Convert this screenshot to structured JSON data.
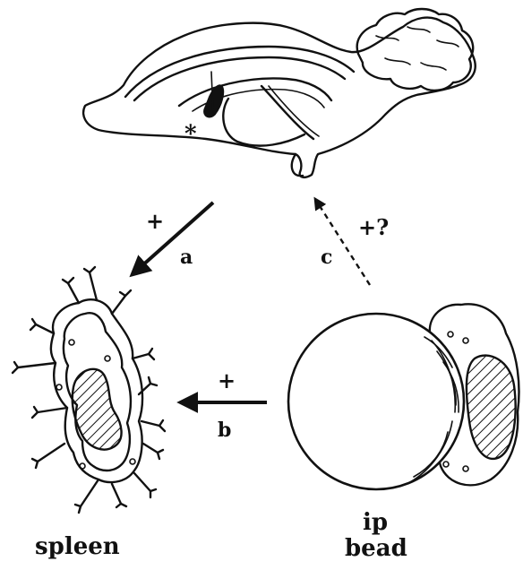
{
  "labels": {
    "brain_marker": "*",
    "arrow_a": {
      "sign": "+",
      "letter": "a"
    },
    "arrow_b": {
      "sign": "+",
      "letter": "b"
    },
    "arrow_c": {
      "sign": "+?",
      "letter": "c"
    },
    "spleen_caption": "spleen",
    "bead_caption_line1": "ip",
    "bead_caption_line2": "bead"
  },
  "colors": {
    "ink": "#111111",
    "background": "#ffffff"
  },
  "edges": [
    {
      "id": "a",
      "from": "brain",
      "to": "spleen",
      "style": "solid",
      "sign": "+"
    },
    {
      "id": "b",
      "from": "ip-bead",
      "to": "spleen",
      "style": "solid",
      "sign": "+"
    },
    {
      "id": "c",
      "from": "ip-bead",
      "to": "brain",
      "style": "dashed",
      "sign": "+?"
    }
  ]
}
